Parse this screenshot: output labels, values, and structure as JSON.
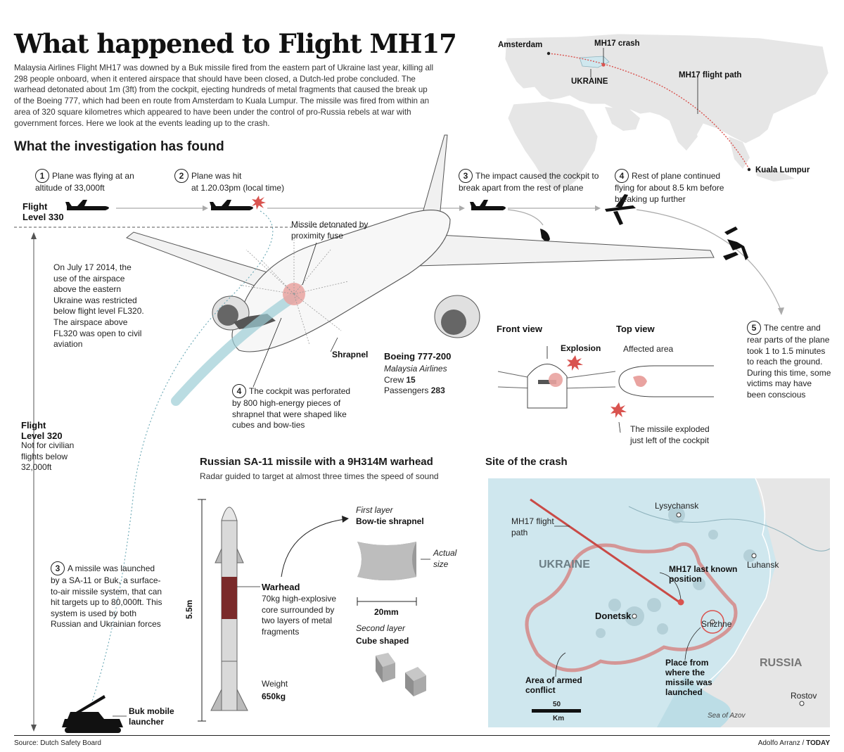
{
  "title": "What happened to Flight MH17",
  "intro": "Malaysia Airlines Flight MH17 was downed by a Buk missile fired from the eastern part of Ukraine last year, killing all 298 people onboard, when it entered airspace that should have been closed, a Dutch-led probe concluded. The warhead detonated about 1m (3ft) from the cockpit, ejecting hundreds of metal fragments that caused the break up of the Boeing 777, which had been en route from Amsterdam to Kuala Lumpur. The missile was fired from within an area of 320 square kilometres which appeared to have been under the control of pro-Russia rebels at war with government forces. Here we look at the events leading up to the crash.",
  "world_map": {
    "amsterdam": "Amsterdam",
    "crash": "MH17 crash",
    "ukraine": "UKRAINE",
    "path": "MH17 flight path",
    "kl": "Kuala Lumpur"
  },
  "investigation": {
    "heading": "What the investigation has found",
    "fl330_line1": "Flight",
    "fl330_line2": "Level 330",
    "step1_num": "1",
    "step1_text": "Plane was flying at an altitude of 33,000ft",
    "step2_num": "2",
    "step2_text_l1": "Plane was hit",
    "step2_text_l2": "at 1.20.03pm (local time)",
    "step3_num": "3",
    "step3_text": "The impact caused the cockpit to break apart from the rest of plane",
    "step4_num": "4",
    "step4_text": "Rest of plane continued flying for about 8.5 km before breaking up further",
    "step5_num": "5",
    "step5_text": "The centre and rear parts of the plane took 1 to 1.5 minutes to reach the ground. During this time, some victims may have been conscious",
    "missile_detonated": "Missile detonated by proximity fuse",
    "airspace_note": "On July 17 2014, the use of the airspace above the eastern Ukraine was restricted below flight level FL320. The airspace above FL320 was open to civil aviation",
    "shrapnel": "Shrapnel",
    "plane_model": "Boeing 777-200",
    "airline": "Malaysia Airlines",
    "crew_label": "Crew",
    "crew_value": "15",
    "pax_label": "Passengers",
    "pax_value": "283",
    "cockpit_num": "4",
    "cockpit_text": "The cockpit was perforated by 800 high-energy pieces of shrapnel that were shaped like cubes and bow-ties",
    "front_view": "Front view",
    "explosion": "Explosion",
    "top_view": "Top view",
    "affected_area": "Affected area",
    "exploded_left": "The missile exploded just left of the cockpit",
    "fl320_line1": "Flight",
    "fl320_line2": "Level 320",
    "fl320_note": "Not for civilian flights below 32,000ft",
    "launch_num": "3",
    "launch_text": "A missile was launched by a SA-11 or Buk, a surface-to-air missile system, that can hit targets up to 80,000ft. This system is used by both Russian and Ukrainian forces",
    "buk_label_l1": "Buk mobile",
    "buk_label_l2": "launcher"
  },
  "missile": {
    "heading": "Russian SA-11 missile with a 9H314M warhead",
    "sub": "Radar guided to target at almost three times the speed of sound",
    "length": "5.5m",
    "warhead_label": "Warhead",
    "warhead_text": "70kg high-explosive core surrounded by two layers of metal fragments",
    "weight_label": "Weight",
    "weight_value": "650kg",
    "first_layer": "First layer",
    "bowtie": "Bow-tie shrapnel",
    "actual_size": "Actual size",
    "mm": "20mm",
    "second_layer": "Second layer",
    "cube": "Cube shaped"
  },
  "crash_site": {
    "heading": "Site of the crash",
    "lysychansk": "Lysychansk",
    "mh17_path": "MH17 flight path",
    "ukraine": "UKRAINE",
    "luhansk": "Luhansk",
    "last_pos": "MH17 last known position",
    "donetsk": "Donetsk",
    "snizhne": "Snizhne",
    "launch_place": "Place from where the missile was launched",
    "russia": "RUSSIA",
    "conflict": "Area of armed conflict",
    "scale_num": "50",
    "scale_unit": "Km",
    "rostov": "Rostov",
    "azov": "Sea of Azov"
  },
  "source": "Source: Dutch Safety Board",
  "credit_author": "Adolfo Arranz",
  "credit_sep": "/",
  "credit_pub": "TODAY",
  "colors": {
    "accent_red": "#d9534f",
    "map_water": "#cfe7ee",
    "map_land": "#e9e9e9",
    "warhead": "#7a2a2a"
  }
}
